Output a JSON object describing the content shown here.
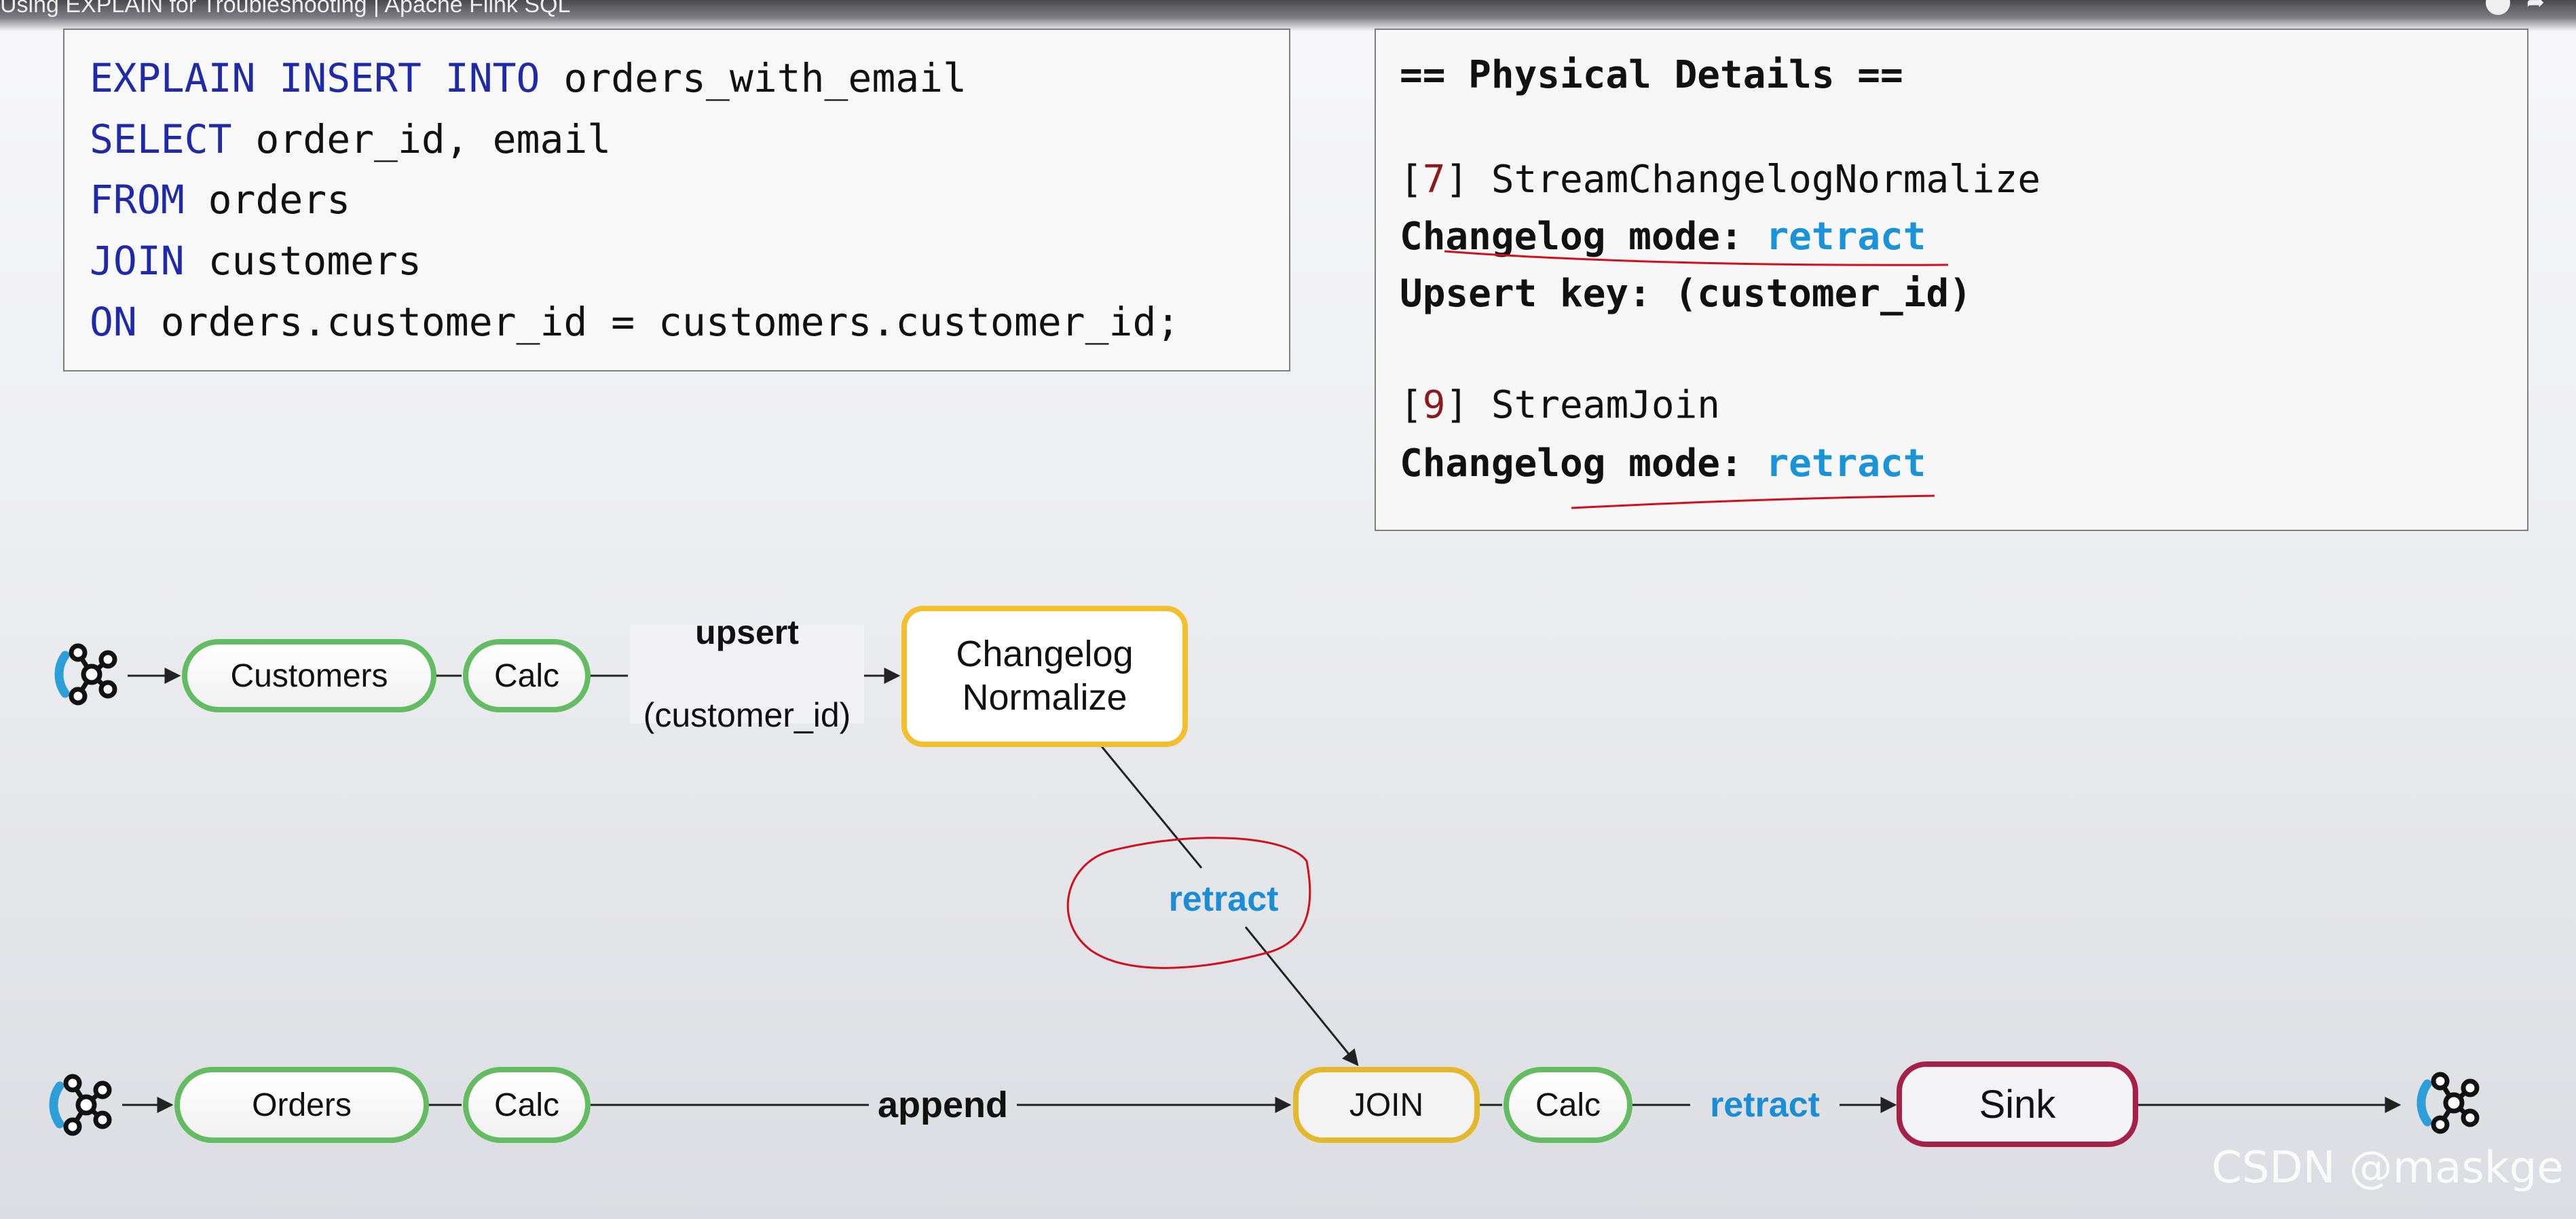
{
  "video_title": "Using EXPLAIN for Troubleshooting | Apache Flink SQL",
  "sql_query": {
    "lines": [
      {
        "kw": "EXPLAIN INSERT INTO",
        "rest": " orders_with_email"
      },
      {
        "kw": "SELECT",
        "rest": " order_id, email"
      },
      {
        "kw": "FROM",
        "rest": " orders"
      },
      {
        "kw": "JOIN",
        "rest": " customers"
      },
      {
        "kw": "ON",
        "rest": " orders.customer_id = customers.customer_id;"
      }
    ]
  },
  "physical_details": {
    "header": "== Physical Details ==",
    "op7": {
      "id": "[7]",
      "name": " StreamChangelogNormalize"
    },
    "op7_mode_label": "Changelog mode:",
    "op7_mode_value": "retract",
    "op7_key": "Upsert key: (customer_id)",
    "op9": {
      "id": "[9]",
      "name": " StreamJoin"
    },
    "op9_mode_label": "Changelog mode:",
    "op9_mode_value": "retract"
  },
  "diagram": {
    "top_row": {
      "source_icon": "kafka-icon",
      "customers": "Customers",
      "calc": "Calc",
      "upsert_title": "upsert",
      "upsert_key": "(customer_id)",
      "changelog_normalize": "Changelog\nNormalize"
    },
    "middle_label": "retract",
    "bottom_row": {
      "source_icon": "kafka-icon",
      "orders": "Orders",
      "calc": "Calc",
      "append_label": "append",
      "join": "JOIN",
      "calc2": "Calc",
      "retract_label": "retract",
      "sink": "Sink",
      "target_icon": "kafka-icon"
    }
  },
  "watermark": "CSDN @maskge",
  "colors": {
    "keyword_blue": "#1f2aa8",
    "retract_blue": "#1a93d8",
    "green_border": "#63bb62",
    "yellow_border": "#f3bf2f",
    "sink_border": "#a52147",
    "annotation_red": "#d10f1d"
  }
}
